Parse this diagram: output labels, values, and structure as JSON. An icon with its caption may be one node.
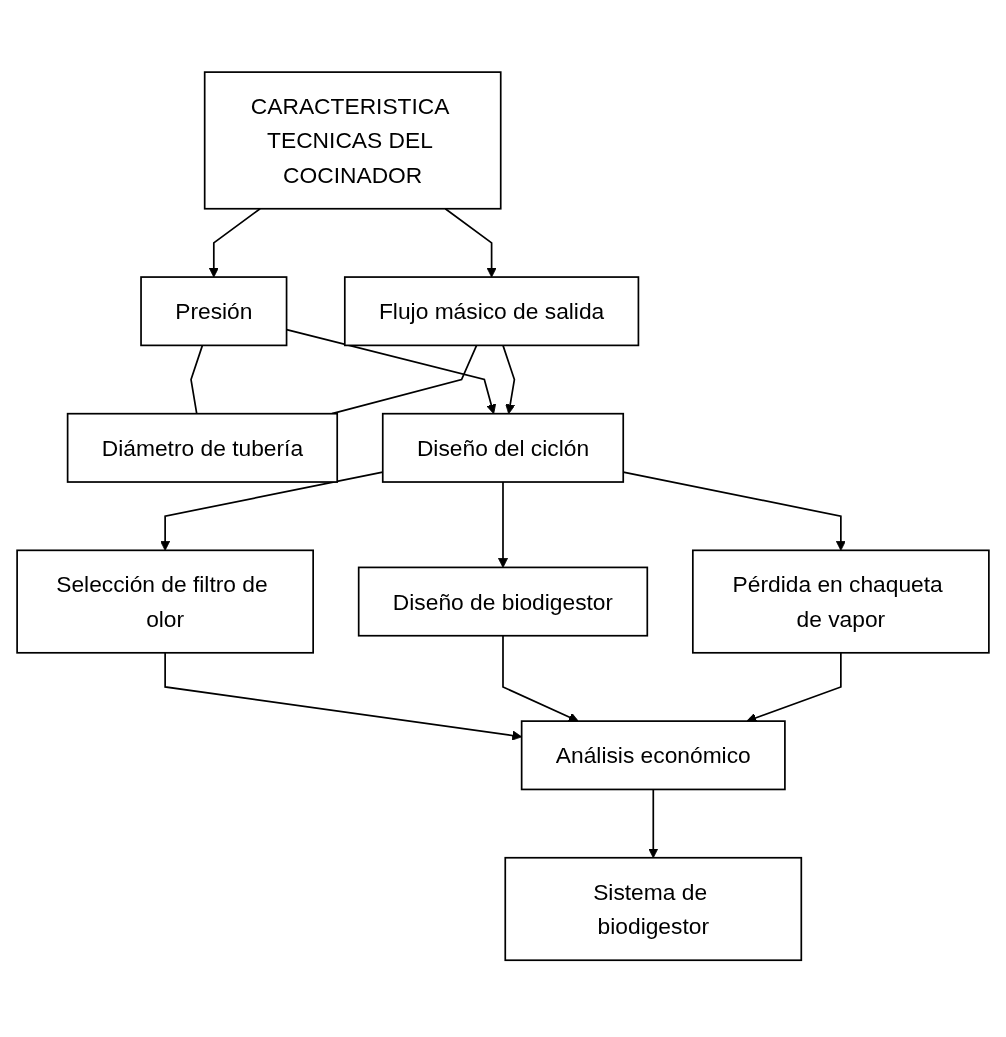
{
  "diagram": {
    "nodes": [
      {
        "text": [
          "CARACTERISTICA TECNICAS DEL COCINADOR"
        ]
      },
      {
        "text": [
          "Presión"
        ]
      },
      {
        "text": [
          "Flujo másico de salida"
        ]
      },
      {
        "text": [
          "Diámetro de tubería"
        ]
      },
      {
        "text": [
          "Diseño del ciclón"
        ]
      },
      {
        "text": [
          "Selección de filtro de olor"
        ]
      },
      {
        "text": [
          "Diseño de biodigestor"
        ]
      },
      {
        "text": [
          "Pérdida en chaqueta de vapor"
        ]
      },
      {
        "text": [
          "Análisis económico"
        ]
      },
      {
        "text": [
          "Sistema de biodigestor"
        ]
      }
    ],
    "edges": [
      {
        "from": 0,
        "to": 1,
        "arrow": "to"
      },
      {
        "from": 0,
        "to": 2,
        "arrow": "to"
      },
      {
        "from": 1,
        "to": 3,
        "arrow": "none"
      },
      {
        "from": 2,
        "to": 3,
        "arrow": "none"
      },
      {
        "from": 1,
        "to": 4,
        "arrow": "to"
      },
      {
        "from": 2,
        "to": 4,
        "arrow": "to"
      },
      {
        "from": 4,
        "to": 5,
        "arrow": "to"
      },
      {
        "from": 4,
        "to": 6,
        "arrow": "to"
      },
      {
        "from": 4,
        "to": 7,
        "arrow": "to"
      },
      {
        "from": 5,
        "to": 8,
        "arrow": "to"
      },
      {
        "from": 6,
        "to": 8,
        "arrow": "to"
      },
      {
        "from": 7,
        "to": 8,
        "arrow": "to"
      },
      {
        "from": 8,
        "to": 9,
        "arrow": "to"
      }
    ]
  }
}
